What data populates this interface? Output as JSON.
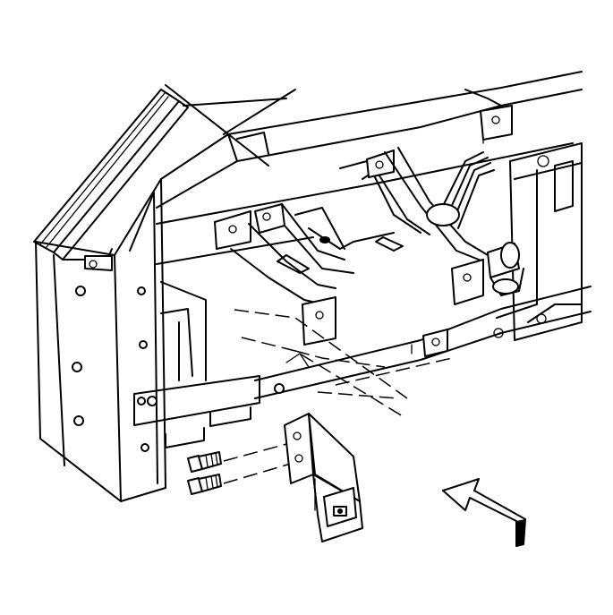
{
  "figure": {
    "kind": "exploded-assembly-line-drawing",
    "text_labels": [],
    "icons": [
      "bracket",
      "bolt",
      "bolt",
      "direction-arrow"
    ],
    "colors": {
      "ink": "#000000",
      "paper": "#ffffff"
    }
  }
}
